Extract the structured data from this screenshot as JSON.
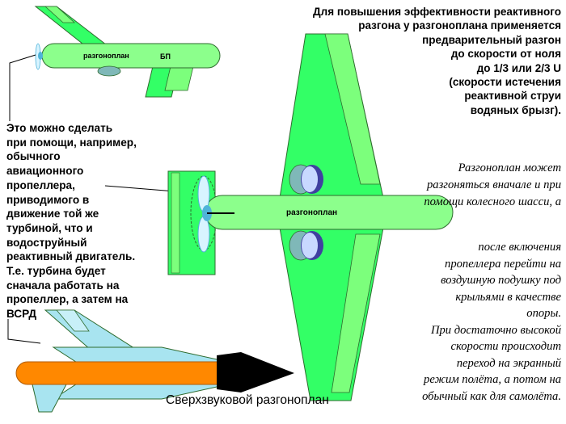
{
  "texts": {
    "top_note": "Для повышения эффективности реактивного\nразгона у разгоноплана применяется\nпредварительный разгон\nдо скорости от ноля\nдо 1/3 или 2/3 U\n(скорости истечения\nреактивной струи\nводяных брызг).",
    "left_note": "Это можно сделать\nпри помощи, например,\nобычного\nавиационного\nпропеллера,\nприводимого в\nдвижение той же\nтурбиной, что и\nводоструйный\nреактивный двигатель.\nТ.е. турбина будет\nсначала работать на\nпропеллер, а затем на\nВСРД",
    "right_note_1": "Разгоноплан может\nразгоняться вначале и при\nпомощи колесного шасси, а",
    "right_note_2": "после включения\nпропеллера перейти на\nвоздушную подушку под\nкрыльями в качестве\nопоры.\nПри достаточно высокой\nскорости происходит\nпереход на экранный\nрежим полёта, а потом на\nобычный как для самолёта.",
    "caption": "Сверхзвуковой разгоноплан",
    "label_small_plane": "разгоноплан",
    "label_small_plane_suffix": "БП",
    "label_main_plane": "разгоноплан"
  },
  "colors": {
    "fuselage": "#8CFF8C",
    "wing": "#33FF66",
    "outline": "#2E6B2E",
    "propeller": "#D8F4FF",
    "hub": "#4FB3D9",
    "wheel": "#4040A0",
    "wheel_disc": "#C8D8FF",
    "cushion": "#7FB8B8",
    "supersonic_body": "#FF8800",
    "supersonic_fin": "#A8E4F0",
    "supersonic_nose": "#000000"
  }
}
